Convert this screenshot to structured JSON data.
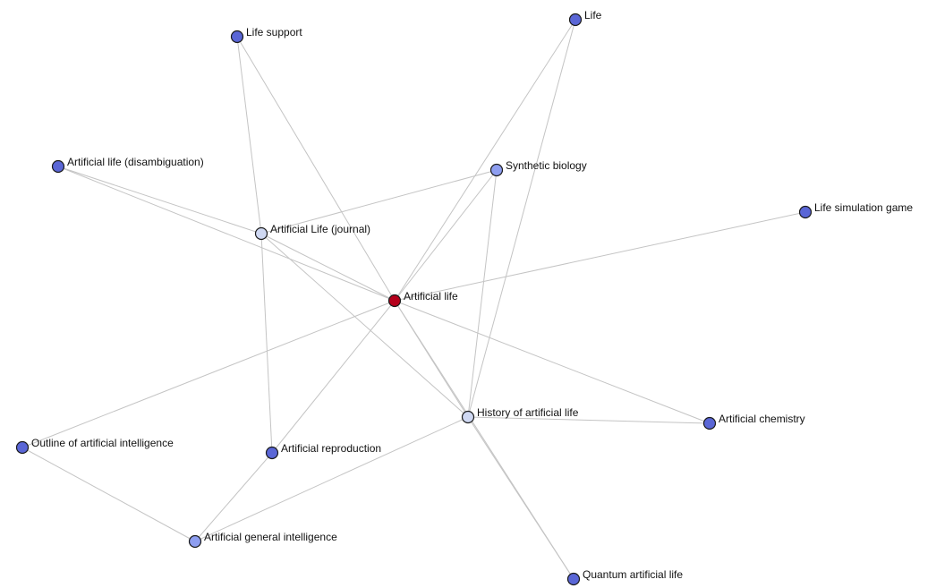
{
  "colors": {
    "background": "#ffffff",
    "edge": "#c4c4c4",
    "node_stroke": "#1a1a1a",
    "center": "#b5001b",
    "light": "#cfd8f2",
    "medium": "#8e9ef0",
    "dark": "#5a66d6"
  },
  "nodes": [
    {
      "id": "life",
      "label": "Life",
      "tone": "dark"
    },
    {
      "id": "life_support",
      "label": "Life support",
      "tone": "dark"
    },
    {
      "id": "al_disambig",
      "label": "Artificial life (disambiguation)",
      "tone": "dark"
    },
    {
      "id": "synbio",
      "label": "Synthetic biology",
      "tone": "medium"
    },
    {
      "id": "life_sim",
      "label": "Life simulation game",
      "tone": "dark"
    },
    {
      "id": "al_journal",
      "label": "Artificial Life (journal)",
      "tone": "light"
    },
    {
      "id": "al",
      "label": "Artificial life",
      "tone": "center"
    },
    {
      "id": "history",
      "label": "History of artificial life",
      "tone": "light"
    },
    {
      "id": "chemistry",
      "label": "Artificial chemistry",
      "tone": "dark"
    },
    {
      "id": "outline_ai",
      "label": "Outline of artificial intelligence",
      "tone": "dark"
    },
    {
      "id": "reproduction",
      "label": "Artificial reproduction",
      "tone": "dark"
    },
    {
      "id": "agi",
      "label": "Artificial general intelligence",
      "tone": "medium"
    },
    {
      "id": "quantum",
      "label": "Quantum artificial life",
      "tone": "dark"
    }
  ],
  "edges": [
    [
      "al",
      "life"
    ],
    [
      "al",
      "life_support"
    ],
    [
      "al",
      "al_disambig"
    ],
    [
      "al",
      "synbio"
    ],
    [
      "al",
      "life_sim"
    ],
    [
      "al",
      "al_journal"
    ],
    [
      "al",
      "history"
    ],
    [
      "al",
      "chemistry"
    ],
    [
      "al",
      "outline_ai"
    ],
    [
      "al",
      "reproduction"
    ],
    [
      "al",
      "quantum"
    ],
    [
      "history",
      "life"
    ],
    [
      "history",
      "synbio"
    ],
    [
      "history",
      "al_journal"
    ],
    [
      "history",
      "chemistry"
    ],
    [
      "history",
      "agi"
    ],
    [
      "history",
      "quantum"
    ],
    [
      "al_journal",
      "synbio"
    ],
    [
      "al_journal",
      "life_support"
    ],
    [
      "al_journal",
      "al_disambig"
    ],
    [
      "al_journal",
      "reproduction"
    ],
    [
      "reproduction",
      "agi"
    ],
    [
      "outline_ai",
      "agi"
    ]
  ]
}
